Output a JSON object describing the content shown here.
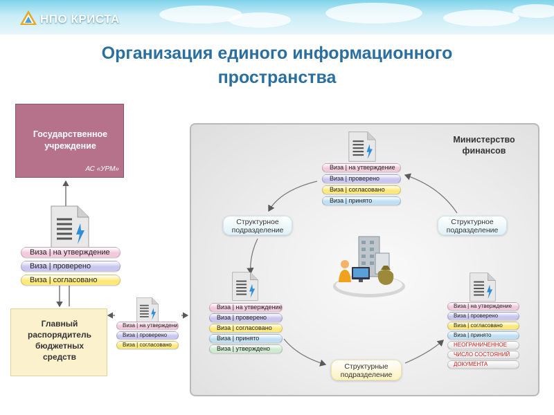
{
  "header": {
    "brand": "НПО КРИСТА"
  },
  "title": {
    "line1": "Организация единого информационного",
    "line2": "пространства"
  },
  "gov_institution": {
    "name_line1": "Государственное",
    "name_line2": "учреждение",
    "system": "АС «УРМ»"
  },
  "main_manager": {
    "line1": "Главный",
    "line2": "распорядитель",
    "line3": "бюджетных",
    "line4": "средств"
  },
  "ministry": {
    "line1": "Министерство",
    "line2": "финансов"
  },
  "units": {
    "left": [
      "Структурное",
      "подразделение"
    ],
    "right": [
      "Структурное",
      "подразделение"
    ],
    "bottom": [
      "Структурные",
      "подразделение"
    ]
  },
  "left_doc_badges": [
    "Виза | на утверждение",
    "Виза | проверено",
    "Виза | согласовано"
  ],
  "mid_doc_badges": [
    "Виза | на утверждение",
    "Виза | проверено",
    "Виза | согласовано"
  ],
  "top_doc_badges": [
    "Виза | на утверждение",
    "Виза | проверено",
    "Виза | согласовано",
    "Виза | принято"
  ],
  "center_doc_badges": [
    "Виза | на утверждение",
    "Виза | проверено",
    "Виза | согласовано",
    "Виза | принято",
    "Виза | утверждено"
  ],
  "right_doc_badges": [
    "Виза | на утверждение",
    "Виза | проверено",
    "Виза | согласовано",
    "Виза | принято"
  ],
  "right_doc_notes": [
    "НЕОГРАНИЧЕННОЕ",
    "ЧИСЛО СОСТОЯНИЙ",
    "ДОКУМЕНТА"
  ],
  "colors": {
    "title": "#2a6fa0",
    "gov_box": "#b7728b",
    "main_box": "#fbf1cc",
    "badge_pink": "#f3c9dc",
    "badge_lavender": "#c9c6f0",
    "badge_yellow": "#fde979",
    "badge_blue": "#bfe0f4",
    "badge_green": "#cfead0",
    "badge_note_red": "#d62020"
  }
}
